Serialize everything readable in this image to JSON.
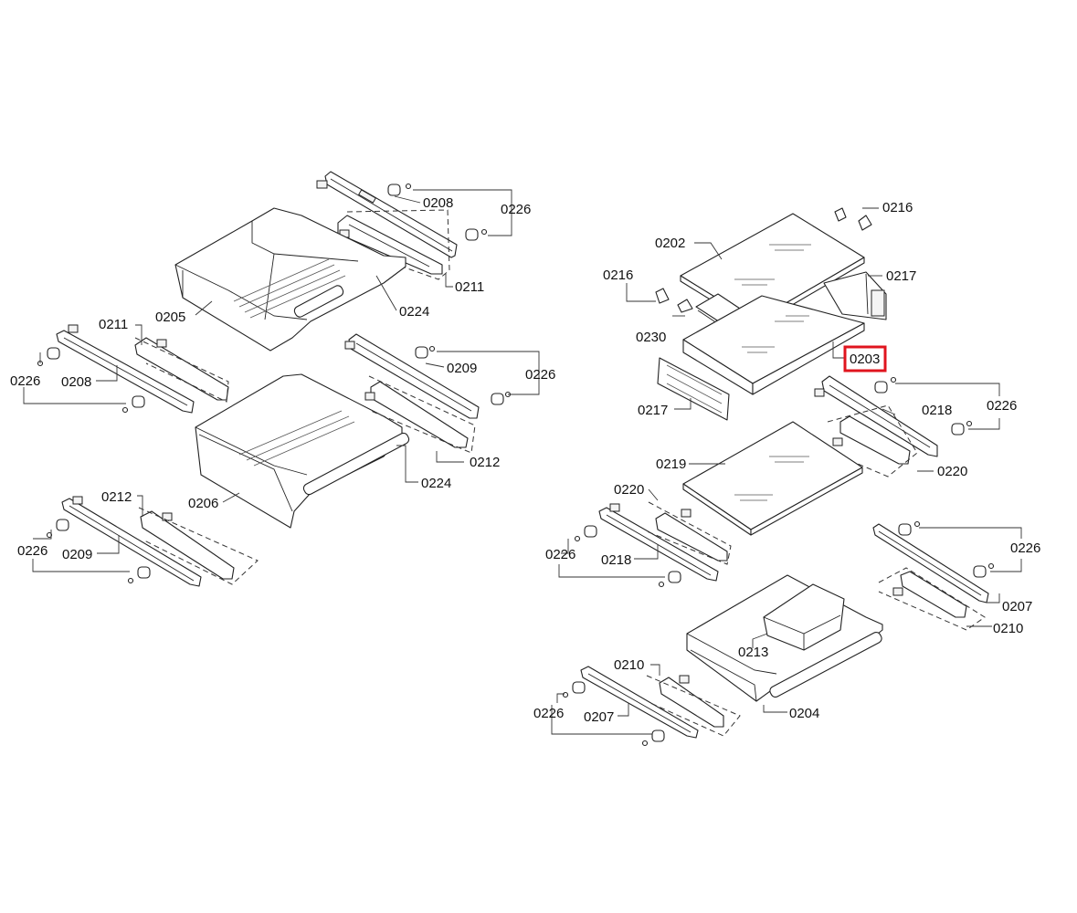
{
  "labels": {
    "l0226_a": "0226",
    "l0208_a": "0208",
    "l0211_a": "0211",
    "l0205": "0205",
    "l0224_a": "0224",
    "l0211_b": "0211",
    "l0226_b": "0226",
    "l0208_b": "0208",
    "l0209_a": "0209",
    "l0226_c": "0226",
    "l0212_a": "0212",
    "l0224_b": "0224",
    "l0206": "0206",
    "l0212_b": "0212",
    "l0226_d": "0226",
    "l0209_b": "0209",
    "l0216_a": "0216",
    "l0202": "0202",
    "l0217_a": "0217",
    "l0216_b": "0216",
    "l0230": "0230",
    "l0203": "0203",
    "l0217_b": "0217",
    "l0218_a": "0218",
    "l0226_e": "0226",
    "l0220_a": "0220",
    "l0219": "0219",
    "l0220_b": "0220",
    "l0226_f": "0226",
    "l0218_b": "0218",
    "l0226_g": "0226",
    "l0207_a": "0207",
    "l0210_a": "0210",
    "l0213": "0213",
    "l0210_b": "0210",
    "l0226_h": "0226",
    "l0207_b": "0207",
    "l0204": "0204"
  },
  "highlight": {
    "label": "0203",
    "color": "#e0141e"
  }
}
